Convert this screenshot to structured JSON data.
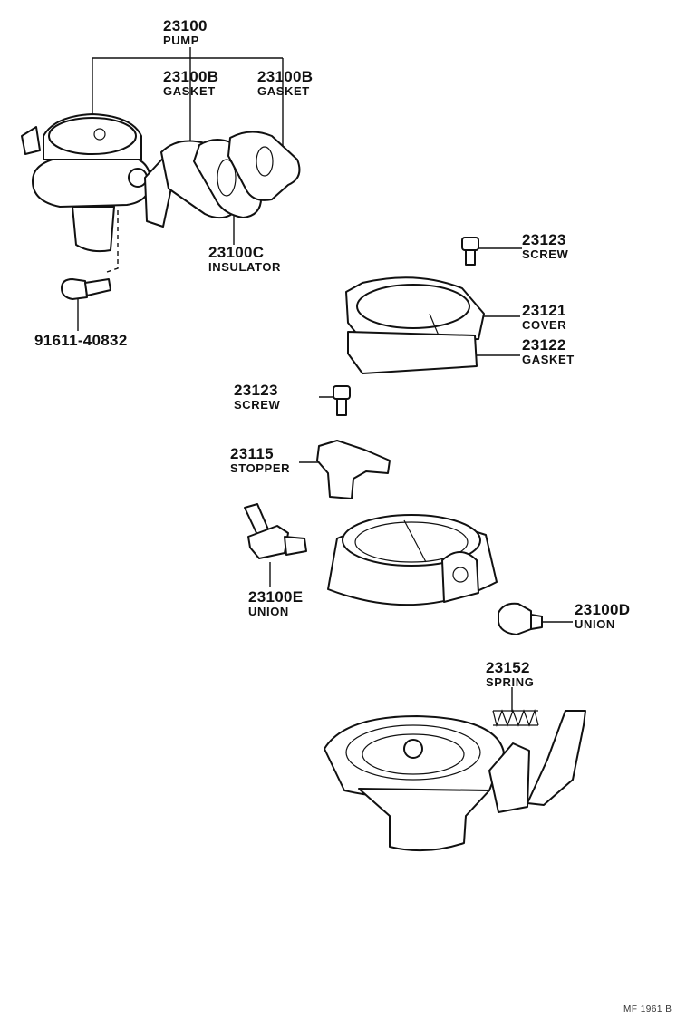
{
  "parts": [
    {
      "id": "pump",
      "number": "23100",
      "name": "PUMP"
    },
    {
      "id": "gasket-1",
      "number": "23100B",
      "name": "GASKET"
    },
    {
      "id": "gasket-2",
      "number": "23100B",
      "name": "GASKET"
    },
    {
      "id": "insulator",
      "number": "23100C",
      "name": "INSULATOR"
    },
    {
      "id": "bolt",
      "number": "91611-40832",
      "name": ""
    },
    {
      "id": "screw-top",
      "number": "23123",
      "name": "SCREW"
    },
    {
      "id": "cover",
      "number": "23121",
      "name": "COVER"
    },
    {
      "id": "gasket-cover",
      "number": "23122",
      "name": "GASKET"
    },
    {
      "id": "screw-mid",
      "number": "23123",
      "name": "SCREW"
    },
    {
      "id": "stopper",
      "number": "23115",
      "name": "STOPPER"
    },
    {
      "id": "union-e",
      "number": "23100E",
      "name": "UNION"
    },
    {
      "id": "union-d",
      "number": "23100D",
      "name": "UNION"
    },
    {
      "id": "spring",
      "number": "23152",
      "name": "SPRING"
    }
  ],
  "footer_code": "MF 1961 B"
}
